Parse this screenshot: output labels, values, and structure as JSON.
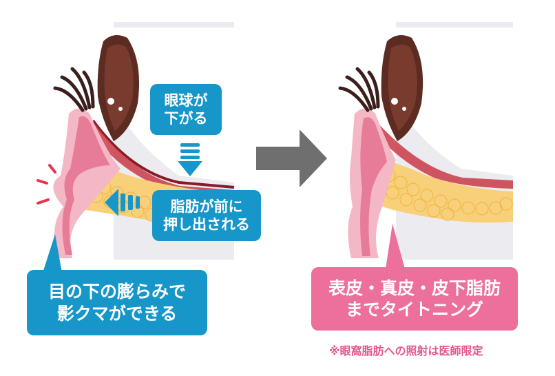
{
  "labels": {
    "eyeball_down": [
      "眼球が",
      "下がる"
    ],
    "fat_pushed": [
      "脂肪が前に",
      "押し出される"
    ],
    "result_before": [
      "目の下の膨らみで",
      "影クマができる"
    ],
    "result_after": [
      "表皮・真皮・皮下脂肪",
      "までタイトニング"
    ],
    "footnote": "※眼窩脂肪への照射は医師限定"
  },
  "colors": {
    "callout_blue": "#1696c9",
    "callout_pink": "#ec6f9c",
    "footnote_pink": "#e2588c",
    "skin": "#f4b7c5",
    "dermis": "#e77c98",
    "fat": "#f8d07a",
    "arrow_gray": "#6f6f6f",
    "warning_red": "#e6344f"
  },
  "icons": [
    "down-arrow-icon",
    "left-arrow-icon",
    "right-arrow-icon",
    "impact-lines-icon"
  ]
}
